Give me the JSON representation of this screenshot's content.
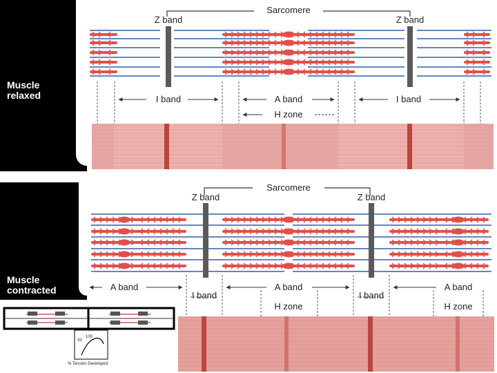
{
  "relaxed": {
    "side_label_line1": "Muscle",
    "side_label_line2": "relaxed",
    "sarcomere": "Sarcomere",
    "z_band_left": "Z band",
    "z_band_right": "Z band",
    "i_band_left": "I band",
    "a_band": "A band",
    "i_band_right": "I band",
    "h_zone": "H zone"
  },
  "contracted": {
    "side_label_line1": "Muscle",
    "side_label_line2": "contracted",
    "sarcomere": "Sarcomere",
    "z_band_left": "Z band",
    "z_band_right": "Z band",
    "a_band_left": "A band",
    "i_band_left": "I band",
    "a_band_center": "A band",
    "i_band_right": "I band",
    "a_band_right": "A band",
    "h_zone_center": "H zone",
    "h_zone_right": "H zone"
  },
  "inset": {
    "value_left": "33",
    "value_right": "100",
    "caption": "% Tension Developed"
  },
  "colors": {
    "thick_filament": "#e0504a",
    "thin_filament": "#2f5fa8",
    "z_band": "#5a5a5a",
    "micrograph_base": "#efb3b0",
    "dark_stripe": "#b8473f",
    "panel": "#000000"
  }
}
